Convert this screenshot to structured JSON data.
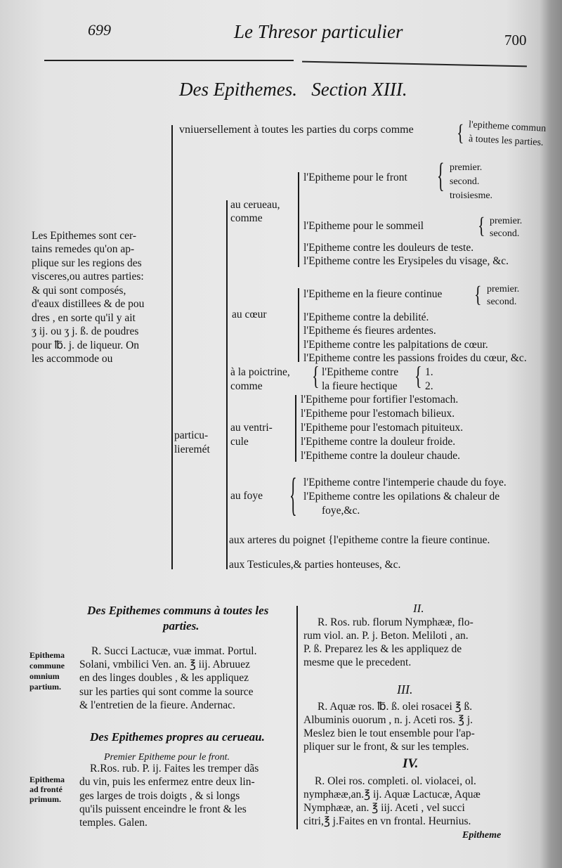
{
  "header": {
    "page_left": "699",
    "title": "Le Thresor particulier",
    "page_right": "700"
  },
  "section_title": "Des Epithemes.   Section XIII.",
  "intro": [
    "Les Epithemes sont cer-",
    "tains remedes qu'on ap-",
    "plique sur les regions des",
    "visceres,ou autres parties:",
    "& qui sont composés,",
    "d'eaux distillees & de pou",
    "dres , en sorte qu'il y ait",
    "ʒ ij. ou ʒ j. ß. de poudres",
    "pour ℔. j. de liqueur. On",
    "les accommode ou"
  ],
  "tree": {
    "universal": "vniuersellement à toutes les parties du corps comme",
    "universal_sub": [
      "l'epitheme commun",
      "à toutes les parties."
    ],
    "particular": [
      "particu-",
      "lieremét"
    ],
    "cerveau": {
      "label": [
        "au cerueau,",
        "comme"
      ],
      "front": "l'Epitheme pour le front",
      "front_sub": [
        "premier.",
        "second.",
        "troisiesme."
      ],
      "sommeil": "l'Epitheme pour le sommeil",
      "sommeil_sub": [
        "premier.",
        "second."
      ],
      "teste": "l'Epitheme contre les douleurs de teste.",
      "erysipeles": "l'Epitheme contre les Erysipeles du visage, &c."
    },
    "coeur": {
      "label": "au cœur",
      "items": [
        "l'Epitheme en la fieure continue",
        "l'Epitheme contre la debilité.",
        "l'Epitheme és fieures ardentes.",
        "l'Epitheme contre les palpitations de cœur.",
        "l'Epitheme contre les passions froides du cœur, &c."
      ],
      "continue_sub": [
        "premier.",
        "second."
      ]
    },
    "poictrine": {
      "label": [
        "à la poictrine,",
        "comme"
      ],
      "items": [
        "l'Epitheme contre",
        "la fieure hectique"
      ],
      "sub": [
        "1.",
        "2."
      ]
    },
    "ventricule": {
      "label": [
        "au ventri-",
        "cule"
      ],
      "items": [
        "l'Epitheme pour fortifier l'estomach.",
        "l'Epitheme pour l'estomach bilieux.",
        "l'Epitheme pour l'estomach pituiteux.",
        "l'Epitheme contre la douleur froide.",
        "l'Epitheme contre la douleur chaude."
      ]
    },
    "foye": {
      "label": "au foye",
      "items": [
        "l'Epitheme contre l'intemperie chaude du foye.",
        "l'Epitheme contre les opilations & chaleur de",
        "foye,&c."
      ]
    },
    "arteres": "aux arteres du poignet {l'epitheme contre la fieure continue.",
    "testicules": "aux Testicules,& parties honteuses, &c."
  },
  "left_col": {
    "heading1": [
      "Des Epithemes communs à toutes les",
      "parties."
    ],
    "note1": [
      "Epithema",
      "commune",
      "omnium",
      "partium."
    ],
    "body1": [
      "R. Succi Lactucæ, vuæ immat. Portul.",
      "Solani, vmbilici Ven. an. ℥ iij. Abruuez",
      "en des linges doubles , & les appliquez",
      "sur les parties qui sont comme la source",
      "& l'entretien de la fieure. Andernac."
    ],
    "heading2": "Des Epithemes propres au cerueau.",
    "subheading": "Premier Epitheme pour le front.",
    "note2": [
      "Epithema",
      "ad fronté",
      "primum."
    ],
    "body2": [
      "R.Ros. rub. P. ij. Faites les tremper dãs",
      "du vin, puis les enfermez entre deux lin-",
      "ges larges de trois doigts , & si longs",
      "qu'ils puissent enceindre le front & les",
      "temples. Galen."
    ]
  },
  "right_col": {
    "n2": "II.",
    "body2": [
      "R. Ros. rub. florum Nymphææ, flo-",
      "rum viol. an. P. j. Beton. Meliloti , an.",
      "P. ß. Preparez les & les appliquez de",
      "mesme que le precedent."
    ],
    "n3": "III.",
    "body3": [
      "R. Aquæ ros. ℔. ß. olei rosacei ℥ ß.",
      "Albuminis ouorum , n. j. Aceti ros. ℥ j.",
      "Meslez bien le tout ensemble pour l'ap-",
      "pliquer sur le front, & sur les temples."
    ],
    "n4": "IV.",
    "body4": [
      "R. Olei ros. completi. ol. violacei, ol.",
      "nymphææ,an.℥ ij. Aquæ Lactucæ, Aquæ",
      "Nymphææ,   an. ℥ iij.   Aceti , vel succi",
      "citri,℥ j.Faites en vn frontal. Heurnius."
    ],
    "catchword": "Epitheme"
  }
}
